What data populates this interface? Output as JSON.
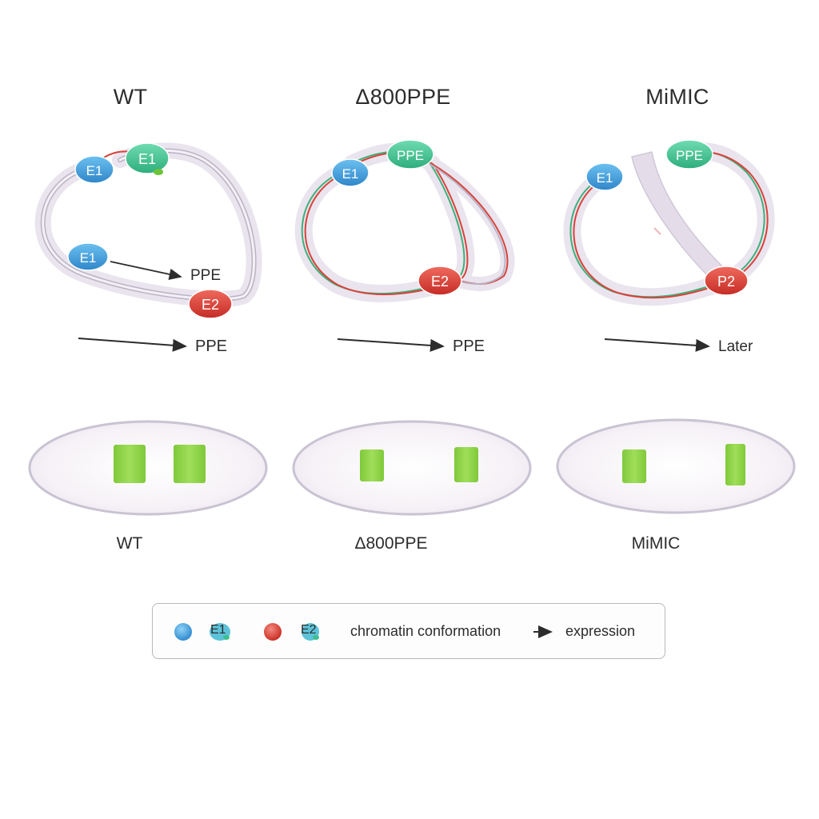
{
  "panels": [
    {
      "title": "WT",
      "label": "WT",
      "nodes": [
        "E1",
        "E1",
        "E1",
        "E2"
      ],
      "inner_annotation": "PPE",
      "arrow_label": "PPE"
    },
    {
      "title": "Δ800PPE",
      "label": "Δ800PPE",
      "nodes": [
        "E1",
        "PPE",
        "E2"
      ],
      "arrow_label": "PPE"
    },
    {
      "title": "MiMIC",
      "label": "MiMIC",
      "nodes": [
        "E1",
        "PPE",
        "P2"
      ],
      "arrow_label": "Later"
    }
  ],
  "legend": {
    "item_1_label": "E1",
    "item_2_label": "E2",
    "conformation_label": "chromatin conformation",
    "expression_label": "expression"
  },
  "colors": {
    "blue_node": "#3d9ad8",
    "green_node": "#3cbf8f",
    "red_node": "#d63a32",
    "expression_band": "#8fd44a",
    "loop_outline": "#c9c3d3"
  }
}
